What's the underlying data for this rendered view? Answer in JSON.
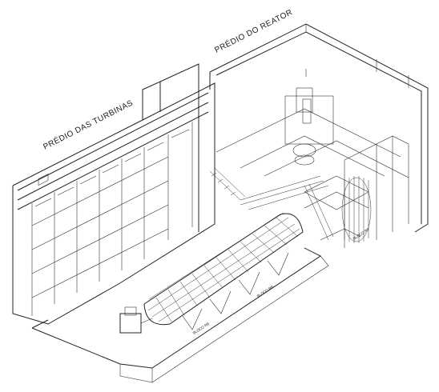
{
  "labels": {
    "turbine_building": "PRÉDIO DAS TURBINAS",
    "reactor_building": "PRÉDIO DO REATOR",
    "small_1": "BLOCO RB",
    "small_2": "BLOCO RB",
    "small_3": "BLOCO RT"
  },
  "colors": {
    "line": "#222222",
    "background": "#ffffff"
  }
}
